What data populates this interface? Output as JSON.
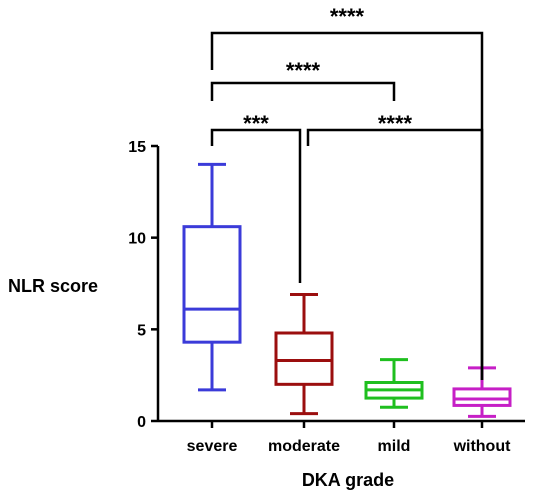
{
  "chart_data": {
    "type": "box",
    "xlabel": "DKA grade",
    "ylabel": "NLR score",
    "ylim": [
      0,
      15
    ],
    "yticks": [
      0,
      5,
      10,
      15
    ],
    "categories": [
      "severe",
      "moderate",
      "mild",
      "without"
    ],
    "boxes": [
      {
        "category": "severe",
        "min": 1.7,
        "q1": 4.3,
        "median": 6.1,
        "q3": 10.6,
        "max": 14.0,
        "color": "#3b3bd9"
      },
      {
        "category": "moderate",
        "min": 0.4,
        "q1": 2.0,
        "median": 3.3,
        "q3": 4.8,
        "max": 6.9,
        "color": "#9b0e0e"
      },
      {
        "category": "mild",
        "min": 0.75,
        "q1": 1.25,
        "median": 1.7,
        "q3": 2.1,
        "max": 3.35,
        "color": "#1fbf1f"
      },
      {
        "category": "without",
        "min": 0.25,
        "q1": 0.85,
        "median": 1.2,
        "q3": 1.75,
        "max": 2.9,
        "color": "#c61fc6"
      }
    ],
    "significance": [
      {
        "from": "severe",
        "to": "moderate",
        "label": "***"
      },
      {
        "from": "moderate",
        "to": "without",
        "label": "****"
      },
      {
        "from": "severe",
        "to": "mild",
        "label": "****"
      },
      {
        "from": "severe",
        "to": "without",
        "label": "****"
      }
    ]
  }
}
